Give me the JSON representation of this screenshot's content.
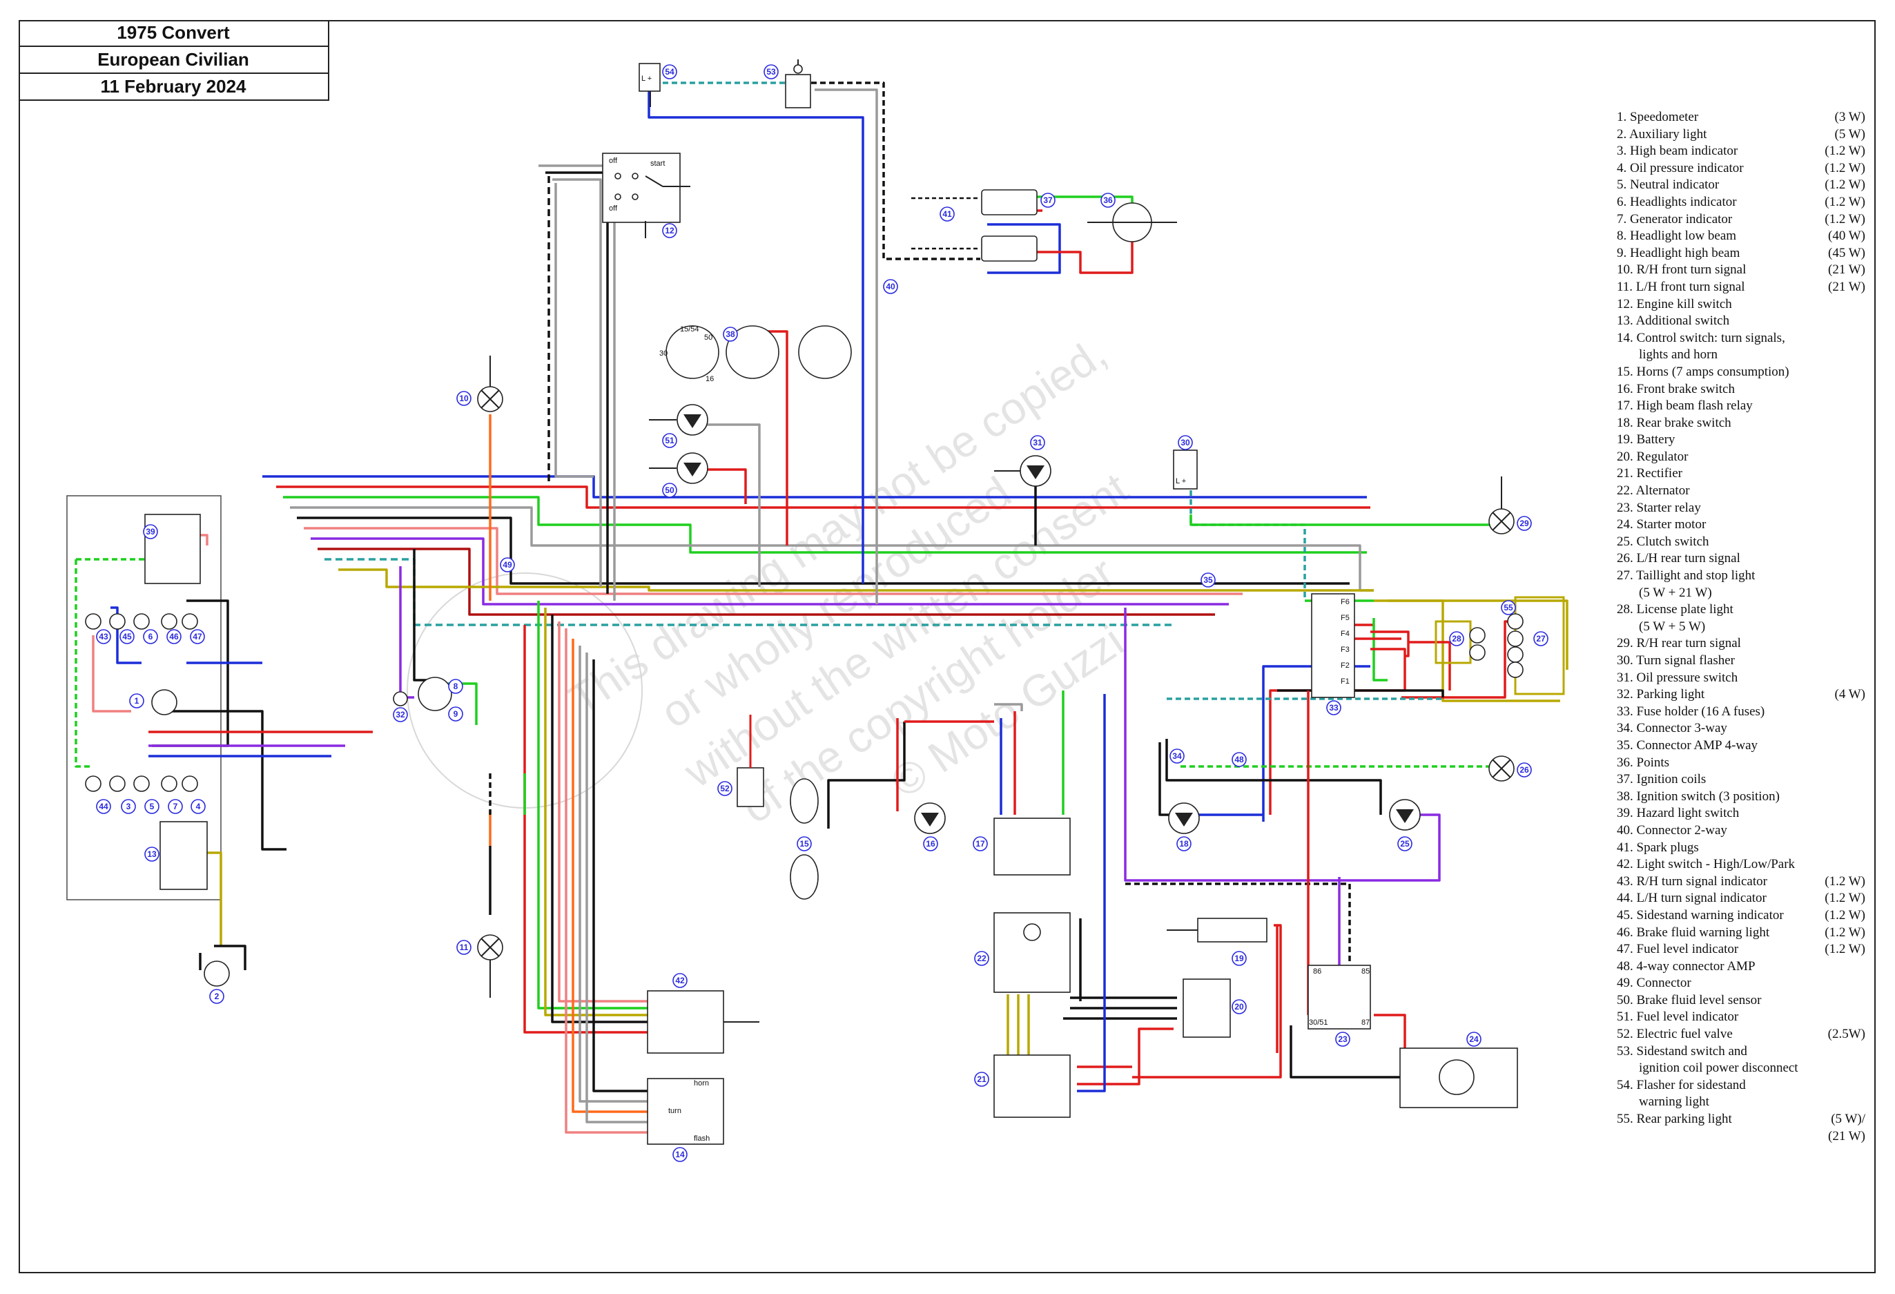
{
  "title_block": [
    "1975 Convert",
    "European Civilian",
    "11 February 2024"
  ],
  "watermark": [
    "This drawing may not be copied,",
    "or wholly reproduced",
    "without the written consent",
    "of the copyright holder",
    "© Moto Guzzi"
  ],
  "legend": [
    {
      "n": "1.",
      "label": "Speedometer",
      "watt": "(3 W)"
    },
    {
      "n": "2.",
      "label": "Auxiliary light",
      "watt": "(5 W)"
    },
    {
      "n": "3.",
      "label": "High beam indicator",
      "watt": "(1.2 W)"
    },
    {
      "n": "4.",
      "label": "Oil pressure indicator",
      "watt": "(1.2 W)"
    },
    {
      "n": "5.",
      "label": "Neutral indicator",
      "watt": "(1.2 W)"
    },
    {
      "n": "6.",
      "label": "Headlights indicator",
      "watt": "(1.2 W)"
    },
    {
      "n": "7.",
      "label": "Generator indicator",
      "watt": "(1.2 W)"
    },
    {
      "n": "8.",
      "label": "Headlight low beam",
      "watt": "(40 W)"
    },
    {
      "n": "9.",
      "label": "Headlight high beam",
      "watt": "(45 W)"
    },
    {
      "n": "10.",
      "label": "R/H front turn signal",
      "watt": "(21 W)"
    },
    {
      "n": "11.",
      "label": "L/H front turn  signal",
      "watt": "(21 W)"
    },
    {
      "n": "12.",
      "label": "Engine kill switch",
      "watt": ""
    },
    {
      "n": "13.",
      "label": "Additional switch",
      "watt": ""
    },
    {
      "n": "14.",
      "label": "Control switch: turn signals,",
      "watt": "",
      "cont": "lights and horn"
    },
    {
      "n": "15.",
      "label": "Horns (7 amps consumption)",
      "watt": ""
    },
    {
      "n": "16.",
      "label": "Front brake switch",
      "watt": ""
    },
    {
      "n": "17.",
      "label": "High beam flash relay",
      "watt": ""
    },
    {
      "n": "18.",
      "label": "Rear brake switch",
      "watt": ""
    },
    {
      "n": "19.",
      "label": "Battery",
      "watt": ""
    },
    {
      "n": "20.",
      "label": "Regulator",
      "watt": ""
    },
    {
      "n": "21.",
      "label": "Rectifier",
      "watt": ""
    },
    {
      "n": "22.",
      "label": "Alternator",
      "watt": ""
    },
    {
      "n": "23.",
      "label": "Starter relay",
      "watt": ""
    },
    {
      "n": "24.",
      "label": "Starter motor",
      "watt": ""
    },
    {
      "n": "25.",
      "label": "Clutch switch",
      "watt": ""
    },
    {
      "n": "26.",
      "label": "L/H rear turn signal",
      "watt": ""
    },
    {
      "n": "27.",
      "label": "Taillight and stop light",
      "watt": "",
      "cont": "(5 W + 21 W)"
    },
    {
      "n": "28.",
      "label": "License plate light",
      "watt": "",
      "cont": "(5 W + 5 W)"
    },
    {
      "n": "29.",
      "label": "R/H rear turn signal",
      "watt": ""
    },
    {
      "n": "30.",
      "label": "Turn signal flasher",
      "watt": ""
    },
    {
      "n": "31.",
      "label": "Oil pressure switch",
      "watt": ""
    },
    {
      "n": "32.",
      "label": "Parking light",
      "watt": "(4 W)"
    },
    {
      "n": "33.",
      "label": "Fuse holder (16 A fuses)",
      "watt": ""
    },
    {
      "n": "34.",
      "label": "Connector 3-way",
      "watt": ""
    },
    {
      "n": "35.",
      "label": "Connector AMP 4-way",
      "watt": ""
    },
    {
      "n": "36.",
      "label": "Points",
      "watt": ""
    },
    {
      "n": "37.",
      "label": "Ignition coils",
      "watt": ""
    },
    {
      "n": "38.",
      "label": "Ignition switch (3 position)",
      "watt": ""
    },
    {
      "n": "39.",
      "label": "Hazard light switch",
      "watt": ""
    },
    {
      "n": "40.",
      "label": "Connector 2-way",
      "watt": ""
    },
    {
      "n": "41.",
      "label": "Spark plugs",
      "watt": ""
    },
    {
      "n": "42.",
      "label": "Light switch - High/Low/Park",
      "watt": ""
    },
    {
      "n": "43.",
      "label": "R/H turn signal indicator",
      "watt": "(1.2 W)"
    },
    {
      "n": "44.",
      "label": "L/H turn signal indicator",
      "watt": "(1.2 W)"
    },
    {
      "n": "45.",
      "label": "Sidestand warning indicator",
      "watt": "(1.2 W)"
    },
    {
      "n": "46.",
      "label": "Brake fluid warning light",
      "watt": "(1.2 W)"
    },
    {
      "n": "47.",
      "label": "Fuel level indicator",
      "watt": "(1.2 W)"
    },
    {
      "n": "48.",
      "label": "4-way connector AMP",
      "watt": ""
    },
    {
      "n": "49.",
      "label": "Connector",
      "watt": ""
    },
    {
      "n": "50.",
      "label": "Brake fluid level sensor",
      "watt": ""
    },
    {
      "n": "51.",
      "label": "Fuel level indicator",
      "watt": ""
    },
    {
      "n": "52.",
      "label": "Electric fuel valve",
      "watt": "(2.5W)"
    },
    {
      "n": "53.",
      "label": "Sidestand switch and",
      "watt": "",
      "cont": "ignition coil power disconnect"
    },
    {
      "n": "54.",
      "label": "Flasher for sidestand",
      "watt": "",
      "cont": "warning light"
    },
    {
      "n": "55.",
      "label": "Rear parking light",
      "watt": "(5 W)/",
      "cont2": "(21 W)"
    }
  ],
  "switch_labels": {
    "kill_off_top": "off",
    "kill_start": "start",
    "kill_off_bottom": "off",
    "horn": "horn",
    "turn": "turn",
    "flash": "flash",
    "ign_1554": "15/54",
    "ign_50": "50",
    "ign_30": "30",
    "ign_16": "16",
    "relay_86": "86",
    "relay_85": "85",
    "relay_30": "30/51",
    "relay_87": "87",
    "fuse_f6": "F6",
    "fuse_f5": "F5",
    "fuse_f4": "F4",
    "fuse_f3": "F3",
    "fuse_f2": "F2",
    "fuse_f1": "F1",
    "flasher_lplus": "L  +"
  },
  "wire_colors": {
    "red": "#e01b1b",
    "blue": "#1c2ed8",
    "green": "#1fcf1f",
    "black": "#111111",
    "gray": "#9a9a9a",
    "yellow": "#b8a800",
    "purple": "#8a2be2",
    "pink": "#f08080",
    "orange": "#ff6a1a",
    "darkred": "#b01010",
    "teal": "#2aa0a0"
  },
  "component_numbers": [
    "1",
    "2",
    "3",
    "4",
    "5",
    "6",
    "7",
    "8",
    "9",
    "10",
    "11",
    "12",
    "13",
    "14",
    "15",
    "16",
    "17",
    "18",
    "19",
    "20",
    "21",
    "22",
    "23",
    "24",
    "25",
    "26",
    "27",
    "28",
    "29",
    "30",
    "31",
    "32",
    "33",
    "34",
    "35",
    "36",
    "37",
    "38",
    "39",
    "40",
    "41",
    "42",
    "43",
    "44",
    "45",
    "46",
    "47",
    "48",
    "49",
    "50",
    "51",
    "52",
    "53",
    "54",
    "55"
  ]
}
